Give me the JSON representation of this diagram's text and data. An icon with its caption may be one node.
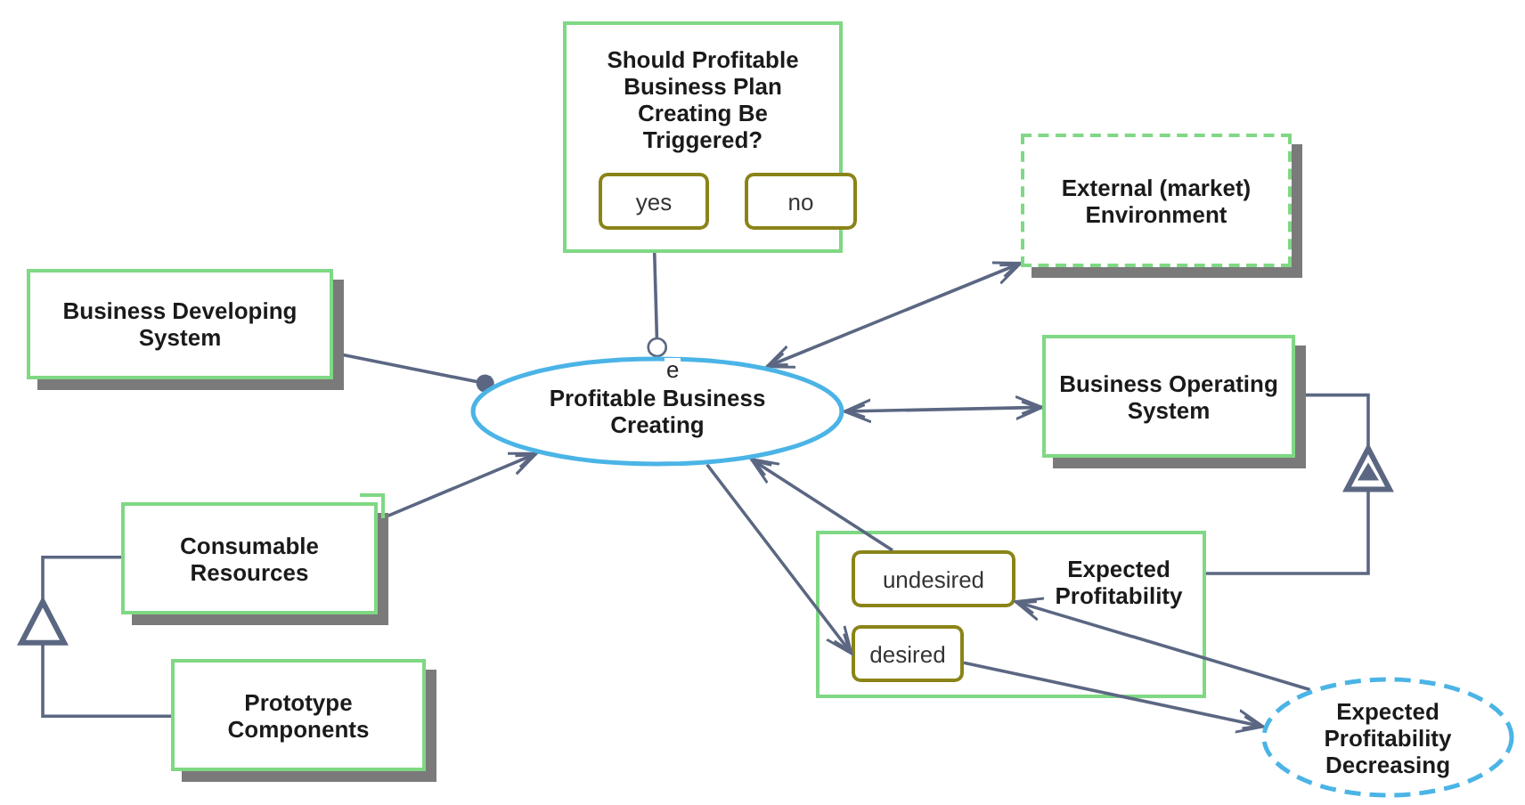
{
  "diagram": {
    "nodes": [
      {
        "text": [
          "Should Profitable Business Plan Creating Be Triggered?"
        ]
      },
      {
        "text": [
          "yes"
        ],
        "in": 0
      },
      {
        "text": [
          "no"
        ],
        "in": 0
      },
      {
        "text": [
          "External (market) Environment"
        ]
      },
      {
        "text": [
          "Business Developing System"
        ]
      },
      {
        "text": [
          "Profitable Business Creating"
        ]
      },
      {
        "text": [
          "Business Operating System"
        ]
      },
      {
        "text": [
          "Consumable Resources"
        ]
      },
      {
        "text": [
          "Prototype Components"
        ]
      },
      {
        "text": [
          "Expected Profitability"
        ]
      },
      {
        "text": [
          "undesired"
        ],
        "in": 9
      },
      {
        "text": [
          "desired"
        ],
        "in": 9
      },
      {
        "text": [
          "Expected Profitability Decreasing"
        ]
      }
    ],
    "edges": [
      {
        "from": 1,
        "to": 5,
        "arrow": "other",
        "label": "e"
      },
      {
        "from": 5,
        "to": 3,
        "arrow": "both"
      },
      {
        "from": 4,
        "to": 5,
        "arrow": "other"
      },
      {
        "from": 5,
        "to": 6,
        "arrow": "both"
      },
      {
        "from": 7,
        "to": 5,
        "arrow": "to"
      },
      {
        "from": 8,
        "to": 7,
        "arrow": "to"
      },
      {
        "from": 9,
        "to": 6,
        "arrow": "to"
      },
      {
        "from": 10,
        "to": 5,
        "arrow": "to"
      },
      {
        "from": 5,
        "to": 11,
        "arrow": "to"
      },
      {
        "from": 11,
        "to": 12,
        "arrow": "to"
      },
      {
        "from": 12,
        "to": 10,
        "arrow": "to"
      }
    ]
  }
}
